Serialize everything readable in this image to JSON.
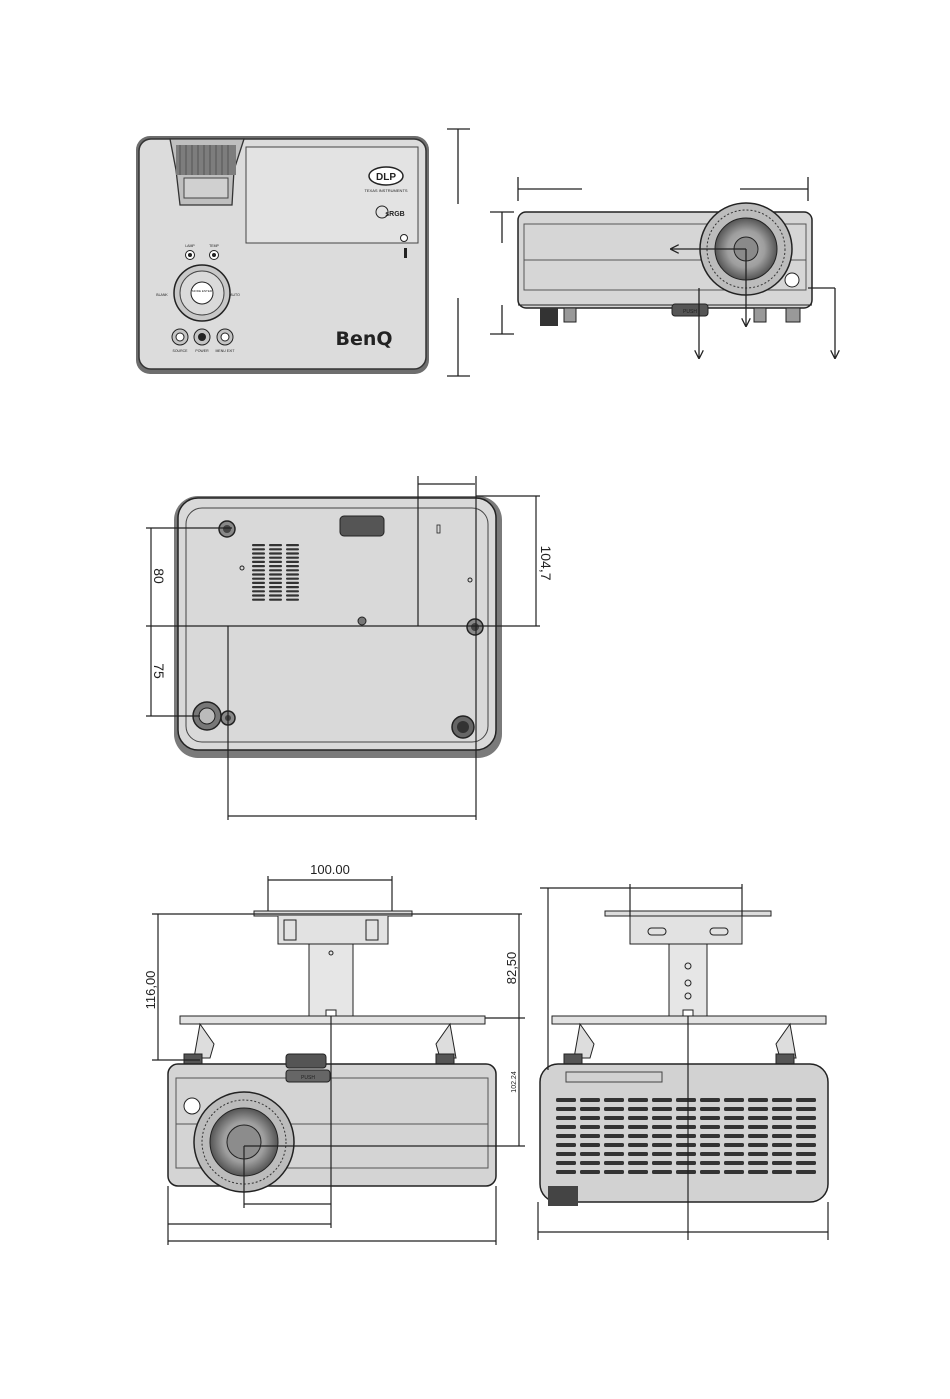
{
  "top_view": {
    "brand_logo": "BenQ",
    "dlp_badge": "DLP",
    "dlp_sub": "TEXAS INSTRUMENTS",
    "srgb_badge": "sRGB",
    "button_labels": [
      "LAMP",
      "TEMP",
      "BLANK",
      "AUTO",
      "SOURCE",
      "POWER",
      "MENU EXIT"
    ],
    "center_button": "MODE ENTER"
  },
  "front_view": {
    "push_label": "PUSH"
  },
  "bottom_view": {
    "dim_80": "80",
    "dim_75": "75",
    "dim_104_7": "104,7"
  },
  "ceiling_mount": {
    "dim_100": "100.00",
    "dim_116": "116,00",
    "dim_82_5": "82,50",
    "dim_102_24": "102.24",
    "push_label": "PUSH"
  },
  "colors": {
    "line": "#222222",
    "body_fill": "#d9d9d9",
    "body_dark": "#8a8a8a",
    "dim_text_gray": "#9a9a9a"
  }
}
